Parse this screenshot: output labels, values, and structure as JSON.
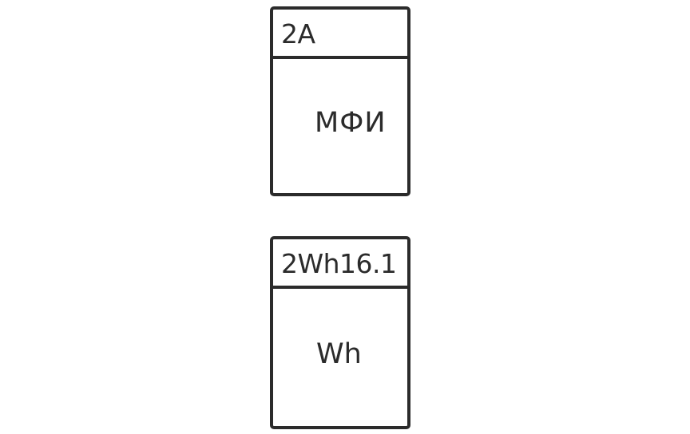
{
  "blocks": [
    {
      "designation": "2A",
      "function": "МФИ"
    },
    {
      "designation": "2Wh16.1",
      "function": "Wh"
    }
  ]
}
